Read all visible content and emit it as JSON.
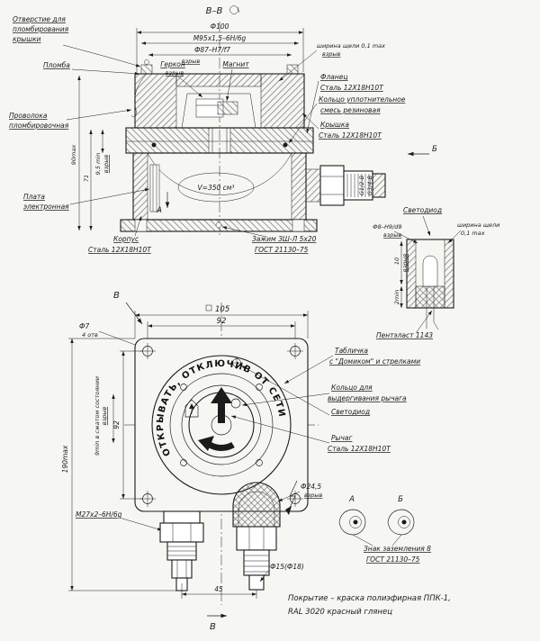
{
  "colors": {
    "paper": "#f6f6f2",
    "ink": "#1b1b1b"
  },
  "section_view": {
    "title": "В–В",
    "dims": {
      "d100": "Ф100",
      "m95": "М95х1,5–6Н/6g",
      "d87": "Ф87–Н7/f7",
      "d87_note": "взрыв",
      "slot_width": "ширина щели 0,1 max",
      "slot_note": "взрыв",
      "h90": "90max",
      "h71": "71",
      "h95": "9,5 min",
      "h95_note": "взрыв",
      "volume": "V=350 см³",
      "g12": "G1/2-B",
      "g34": "G3/4-B"
    },
    "callouts": {
      "hole_line1": "Отверстие для",
      "hole_line2": "пломбирования",
      "hole_line3": "крышки",
      "plomba": "Пломба",
      "gerkon": "Геркон",
      "gerkon_note": "взрыв",
      "magnit": "Магнит",
      "wire_line1": "Проволока",
      "wire_line2": "пломбировочная",
      "board_line1": "Плата",
      "board_line2": "электронная",
      "korpus": "Корпус",
      "korpus_mat": "Сталь 12Х18Н10Т",
      "flanec": "Фланец",
      "flanec_mat": "Сталь 12Х18Н10Т",
      "oring_line1": "Кольцо уплотнительное",
      "oring_line2": "смесь резиновая",
      "kryshka": "Крышка",
      "kryshka_mat": "Сталь 12Х18Н10Т",
      "clamp_line1": "Зажим ЗШ-Л 5х20",
      "clamp_line2": "ГОСТ 21130–75",
      "led": "Светодиод",
      "view_a": "А",
      "view_b": "Б"
    }
  },
  "led_detail": {
    "d8": "Ф8–Н9/d9",
    "d8_note": "взрыв",
    "slot_line1": "ширина щели",
    "slot_line2": "0,1 max",
    "dim10": "10",
    "dim10_note": "взрыв",
    "dim2": "2min",
    "material": "Пентэласт 1143"
  },
  "front_view": {
    "view_top": "В",
    "view_bottom": "В",
    "dial_text": "ОТКРЫВАТЬ, ОТКЛЮЧИВ ОТ СЕТИ",
    "dims": {
      "s105": "105",
      "w92": "92",
      "d7": "Ф7",
      "d7_note": "4 отв",
      "v92": "92",
      "compressed": "9min в сжатом состоянии",
      "compressed_note": "взрыв",
      "h190": "190max",
      "m27": "М27х2–6Н/6g",
      "d24": "Ф24,5",
      "d24_note": "взрыв",
      "d15": "Ф15(Ф18)",
      "w45": "45"
    },
    "callouts": {
      "plate_line1": "Табличка",
      "plate_line2": "с \"Домиком\" и стрелками",
      "ring_line1": "Кольцо для",
      "ring_line2": "выдергивания рычага",
      "led": "Светодиод",
      "lever": "Рычаг",
      "lever_mat": "Сталь 12Х18Н10Т"
    },
    "views": {
      "a": "А",
      "b": "Б",
      "ground_line1": "Знак заземления 8",
      "ground_line2": "ГОСТ 21130–75"
    }
  },
  "notes": {
    "line1": "Покрытие – краска полиэфирная ППК-1,",
    "line2": "RAL 3020 красный глянец"
  }
}
